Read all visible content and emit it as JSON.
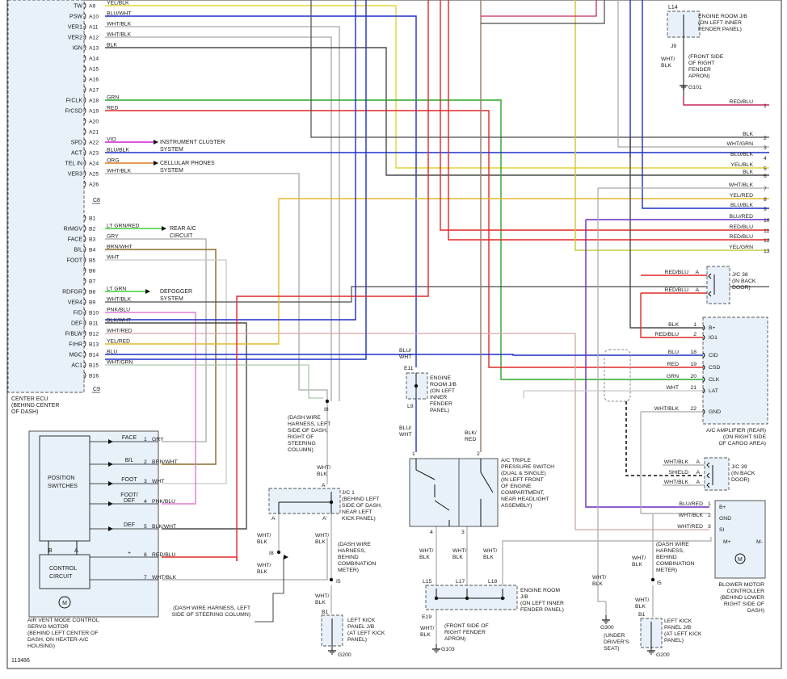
{
  "figure_id": "113486",
  "ecu": {
    "pins_a": [
      {
        "pin": "A9",
        "signal": "TW",
        "wire": "YEL/BLK"
      },
      {
        "pin": "A10",
        "signal": "PSW",
        "wire": "BLU/WHT"
      },
      {
        "pin": "A11",
        "signal": "VER1",
        "wire": "WHT/BLK"
      },
      {
        "pin": "A12",
        "signal": "VER2",
        "wire": "WHT/BLK"
      },
      {
        "pin": "A13",
        "signal": "IGN",
        "wire": "BLK"
      },
      {
        "pin": "A14",
        "signal": "",
        "wire": ""
      },
      {
        "pin": "A15",
        "signal": "",
        "wire": ""
      },
      {
        "pin": "A16",
        "signal": "",
        "wire": ""
      },
      {
        "pin": "A17",
        "signal": "",
        "wire": ""
      },
      {
        "pin": "A18",
        "signal": "FrCLK",
        "wire": "GRN"
      },
      {
        "pin": "A19",
        "signal": "FrCSD",
        "wire": "RED"
      },
      {
        "pin": "A20",
        "signal": "",
        "wire": ""
      },
      {
        "pin": "A21",
        "signal": "",
        "wire": ""
      },
      {
        "pin": "A22",
        "signal": "SPD",
        "wire": "VIO"
      },
      {
        "pin": "A23",
        "signal": "ACT",
        "wire": "BLU/BLK"
      },
      {
        "pin": "A24",
        "signal": "TEL IN",
        "wire": "ORG"
      },
      {
        "pin": "A25",
        "signal": "VER3",
        "wire": "WHT/BLK"
      },
      {
        "pin": "A26",
        "signal": "",
        "wire": ""
      }
    ],
    "connector_a": "C8",
    "pins_b": [
      {
        "pin": "B1",
        "signal": "",
        "wire": ""
      },
      {
        "pin": "B2",
        "signal": "RrMGV",
        "wire": "LT GRN/RED"
      },
      {
        "pin": "B3",
        "signal": "FACE",
        "wire": "GRY"
      },
      {
        "pin": "B4",
        "signal": "B/L",
        "wire": "BRN/WHT"
      },
      {
        "pin": "B5",
        "signal": "FOOT",
        "wire": "WHT"
      },
      {
        "pin": "B6",
        "signal": "",
        "wire": ""
      },
      {
        "pin": "B7",
        "signal": "",
        "wire": ""
      },
      {
        "pin": "B8",
        "signal": "RDFGR",
        "wire": "LT GRN"
      },
      {
        "pin": "B9",
        "signal": "VER4",
        "wire": "WHT/BLK"
      },
      {
        "pin": "B10",
        "signal": "F/D",
        "wire": "PNK/BLU"
      },
      {
        "pin": "B11",
        "signal": "DEF",
        "wire": "BLK/WHT"
      },
      {
        "pin": "B12",
        "signal": "FrBLW",
        "wire": "WHT/RED"
      },
      {
        "pin": "B13",
        "signal": "FrHR",
        "wire": "YEL/RED"
      },
      {
        "pin": "B14",
        "signal": "MGC",
        "wire": "BLU"
      },
      {
        "pin": "B15",
        "signal": "AC1",
        "wire": "WHT/GRN"
      },
      {
        "pin": "B16",
        "signal": "",
        "wire": ""
      }
    ],
    "connector_b": "C9",
    "caption": [
      "CENTER ECU",
      "(BEHIND CENTER",
      "OF DASH)"
    ]
  },
  "targets": {
    "instrument": [
      "INSTRUMENT CLUSTER",
      "SYSTEM"
    ],
    "phones": [
      "CELLULAR PHONES",
      "SYSTEM"
    ],
    "rear_ac": [
      "REAR A/C",
      "CIRCUIT"
    ],
    "defogger": [
      "DEFOGGER",
      "SYSTEM"
    ]
  },
  "right_bus": [
    {
      "n": "1",
      "wire": "RED/BLU"
    },
    {
      "n": "2",
      "wire": "BLK"
    },
    {
      "n": "3",
      "wire": "WHT/GRN"
    },
    {
      "n": "4",
      "wire": "BLU/BLK"
    },
    {
      "n": "5",
      "wire": "YEL/BLK"
    },
    {
      "n": "6",
      "wire": "BLK"
    },
    {
      "n": "7",
      "wire": "WHT/BLK"
    },
    {
      "n": "8",
      "wire": "YEL/RED"
    },
    {
      "n": "9",
      "wire": "BLU/BLK"
    },
    {
      "n": "10",
      "wire": "BLU/RED"
    },
    {
      "n": "11",
      "wire": "RED/BLU"
    },
    {
      "n": "12",
      "wire": "RED/BLU"
    },
    {
      "n": "13",
      "wire": "YEL/GRN"
    }
  ],
  "engine_jb_top": {
    "conn": "L14",
    "label": [
      "ENGINE ROOM J/B",
      "(ON LEFT INNER",
      "FENDER PANEL)"
    ],
    "pin": "J9",
    "wire": [
      "WHT/",
      "BLK"
    ],
    "ground_note": [
      "(FRONT SIDE",
      "OF RIGHT",
      "FENDER",
      "APRON)"
    ],
    "ground": "G101"
  },
  "jc38": {
    "label": [
      "J/C 38",
      "(IN BACK",
      "DOOR)"
    ],
    "rows": [
      {
        "wire": "RED/BLU",
        "pin": "A"
      },
      {
        "wire": "RED/BLU",
        "pin": "A"
      }
    ]
  },
  "amp": {
    "pins": [
      {
        "wire": "BLK",
        "no": "1",
        "name": "B+"
      },
      {
        "wire": "RED/BLU",
        "no": "2",
        "name": "IG1"
      },
      {
        "wire": "BLU",
        "no": "18",
        "name": "CID"
      },
      {
        "wire": "RED",
        "no": "19",
        "name": "CSD"
      },
      {
        "wire": "GRN",
        "no": "20",
        "name": "CLK"
      },
      {
        "wire": "WHT",
        "no": "21",
        "name": "LAT"
      },
      {
        "wire": "WHT/BLK",
        "no": "22",
        "name": "GND"
      }
    ],
    "caption": [
      "A/C AMPLIFIER (REAR)",
      "(ON RIGHT SIDE",
      "OF CARGO AREA)"
    ]
  },
  "jc39": {
    "label": [
      "J/C 39",
      "(IN BACK",
      "DOOR)"
    ],
    "rows": [
      {
        "wire": "WHT/BLK",
        "pin": "A"
      },
      {
        "wire": "SHIELD",
        "pin": "A"
      },
      {
        "wire": "WHT/BLK",
        "pin": "A"
      }
    ]
  },
  "blower": {
    "pins": [
      {
        "wire": "BLU/RED",
        "no": "1",
        "name": "B+"
      },
      {
        "wire": "WHT/BLK",
        "no": "2",
        "name": "GND"
      },
      {
        "wire": "WHT/RED",
        "no": "3",
        "name": "SI"
      }
    ],
    "terms": [
      "M+",
      "M-"
    ],
    "caption": [
      "BLOWER MOTOR",
      "CONTROLLER",
      "(BEHIND LOWER",
      "RIGHT SIDE OF",
      "DASH)"
    ]
  },
  "servo": {
    "title": [
      "POSITION",
      "SWITCHES"
    ],
    "circuit": [
      "CONTROL",
      "CIRCUIT"
    ],
    "ba": [
      "B",
      "A"
    ],
    "pins": [
      {
        "label": "FACE",
        "no": "1",
        "wire": "GRY"
      },
      {
        "label": "B/L",
        "no": "2",
        "wire": "BRN/WHT"
      },
      {
        "label": "FOOT",
        "no": "3",
        "wire": "WHT"
      },
      {
        "label": "FOOT/\nDEF",
        "no": "4",
        "wire": "PNK/BLU"
      },
      {
        "label": "DEF",
        "no": "5",
        "wire": "BLK/WHT"
      },
      {
        "label": "+",
        "no": "6",
        "wire": "RED/BLU"
      },
      {
        "label": "",
        "no": "7",
        "wire": "WHT/BLK"
      }
    ],
    "motor": "M",
    "caption": [
      "AIR VENT MODE CONTROL",
      "SERVO MOTOR",
      "(BEHIND LEFT CENTER OF",
      "DASH, ON HEATER-A/C",
      "HOUSING)"
    ]
  },
  "i8_top": {
    "pin": "I8",
    "note": [
      "(DASH WIRE",
      "HARNESS, LEFT",
      "SIDE OF DASH,",
      "RIGHT OF",
      "STEERING",
      "COLUMN)"
    ]
  },
  "jc1": {
    "wire_in": [
      "WHT/",
      "BLK"
    ],
    "pins": [
      "A",
      "A",
      "A'"
    ],
    "label": [
      "J/C 1",
      "(BEHIND LEFT",
      "SIDE OF DASH,",
      "NEAR LEFT",
      "KICK PANEL)"
    ]
  },
  "i8_left": {
    "wire": [
      "WHT/",
      "BLK"
    ],
    "pin": "I8",
    "wire2": [
      "WHT/",
      "BLK"
    ]
  },
  "dash_note_left": [
    "(DASH WIRE HARNESS, LEFT",
    "SIDE OF STEERING COLUMN)"
  ],
  "i5_mid": {
    "wire": [
      "WHT/",
      "BLK"
    ],
    "note": [
      "(DASH WIRE",
      "HARNESS,",
      "BEHIND",
      "COMBINATION",
      "METER)"
    ],
    "pin": "I5",
    "wire2": [
      "WHT/",
      "BLK"
    ],
    "b1": "B1",
    "kick": [
      "LEFT KICK",
      "PANEL J/B",
      "(AT LEFT KICK",
      "PANEL)"
    ],
    "ground": "G200"
  },
  "engine_jb_mid": {
    "wire": [
      "BLU/",
      "WHT"
    ],
    "conn": "E11",
    "label": [
      "ENGINE",
      "ROOM J/B",
      "(ON LEFT",
      "INNER",
      "FENDER",
      "PANEL)"
    ],
    "pin": "L9",
    "wire2": [
      "BLU/",
      "WHT"
    ]
  },
  "pressure": {
    "wire_top": [
      "BLK/",
      "RED"
    ],
    "pins_top": [
      "1",
      "2"
    ],
    "pins_bot": [
      "4",
      "3"
    ],
    "label": [
      "A/C TRIPLE",
      "PRESSURE SWITCH",
      "(DUAL & SINGLE)",
      "(IN LEFT FRONT",
      "OF ENGINE",
      "COMPARTMENT,",
      "NEAR HEADLIGHT",
      "ASSEMBLY)"
    ]
  },
  "engine_jb_bot": {
    "wires": [
      [
        "WHT/",
        "BLK"
      ],
      [
        "WHT/",
        "BLK"
      ],
      [
        "WHT/",
        "BLK"
      ]
    ],
    "conns": [
      "L15",
      "L17",
      "L18"
    ],
    "label": [
      "ENGINE ROOM",
      "J/B",
      "(ON LEFT INNER",
      "FENDER PANEL)"
    ],
    "e19": "E19",
    "wire_g": [
      "WHT/",
      "BLK"
    ],
    "gnote": [
      "(FRONT SIDE OF",
      "RIGHT FENDER",
      "APRON)"
    ],
    "ground": "G103"
  },
  "g300": {
    "wire": [
      "WHT/",
      "BLK"
    ],
    "ground": "G300",
    "note": [
      "(UNDER",
      "DRIVER'S",
      "SEAT)"
    ]
  },
  "i5_right": {
    "wire": [
      "WHT/",
      "BLK"
    ],
    "note": [
      "(DASH WIRE",
      "HARNESS,",
      "BEHIND",
      "COMBINATION",
      "METER)"
    ],
    "pin": "I5",
    "wire2": [
      "WHT/",
      "BLK"
    ],
    "b1": "B1",
    "kick": [
      "LEFT KICK",
      "PANEL J/B",
      "(AT LEFT KICK",
      "PANEL)"
    ],
    "ground": "G200"
  }
}
